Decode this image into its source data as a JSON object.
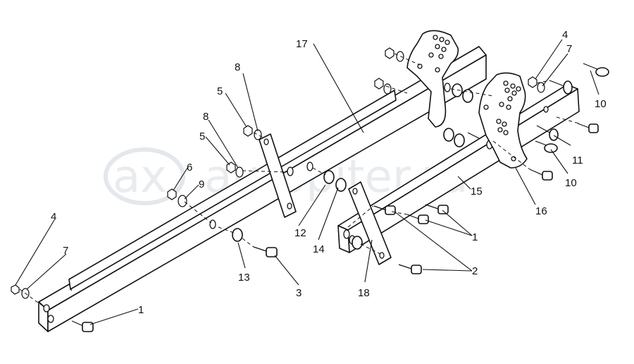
{
  "watermark": {
    "logo_text": "ax",
    "site_text": "autopiter.ru"
  },
  "callouts": [
    "1",
    "1",
    "2",
    "3",
    "4",
    "4",
    "5",
    "5",
    "6",
    "7",
    "7",
    "8",
    "8",
    "9",
    "10",
    "10",
    "11",
    "12",
    "13",
    "14",
    "15",
    "16",
    "17",
    "18"
  ],
  "colors": {
    "line": "#111111",
    "background": "#ffffff",
    "watermark": "#d8dde2"
  }
}
